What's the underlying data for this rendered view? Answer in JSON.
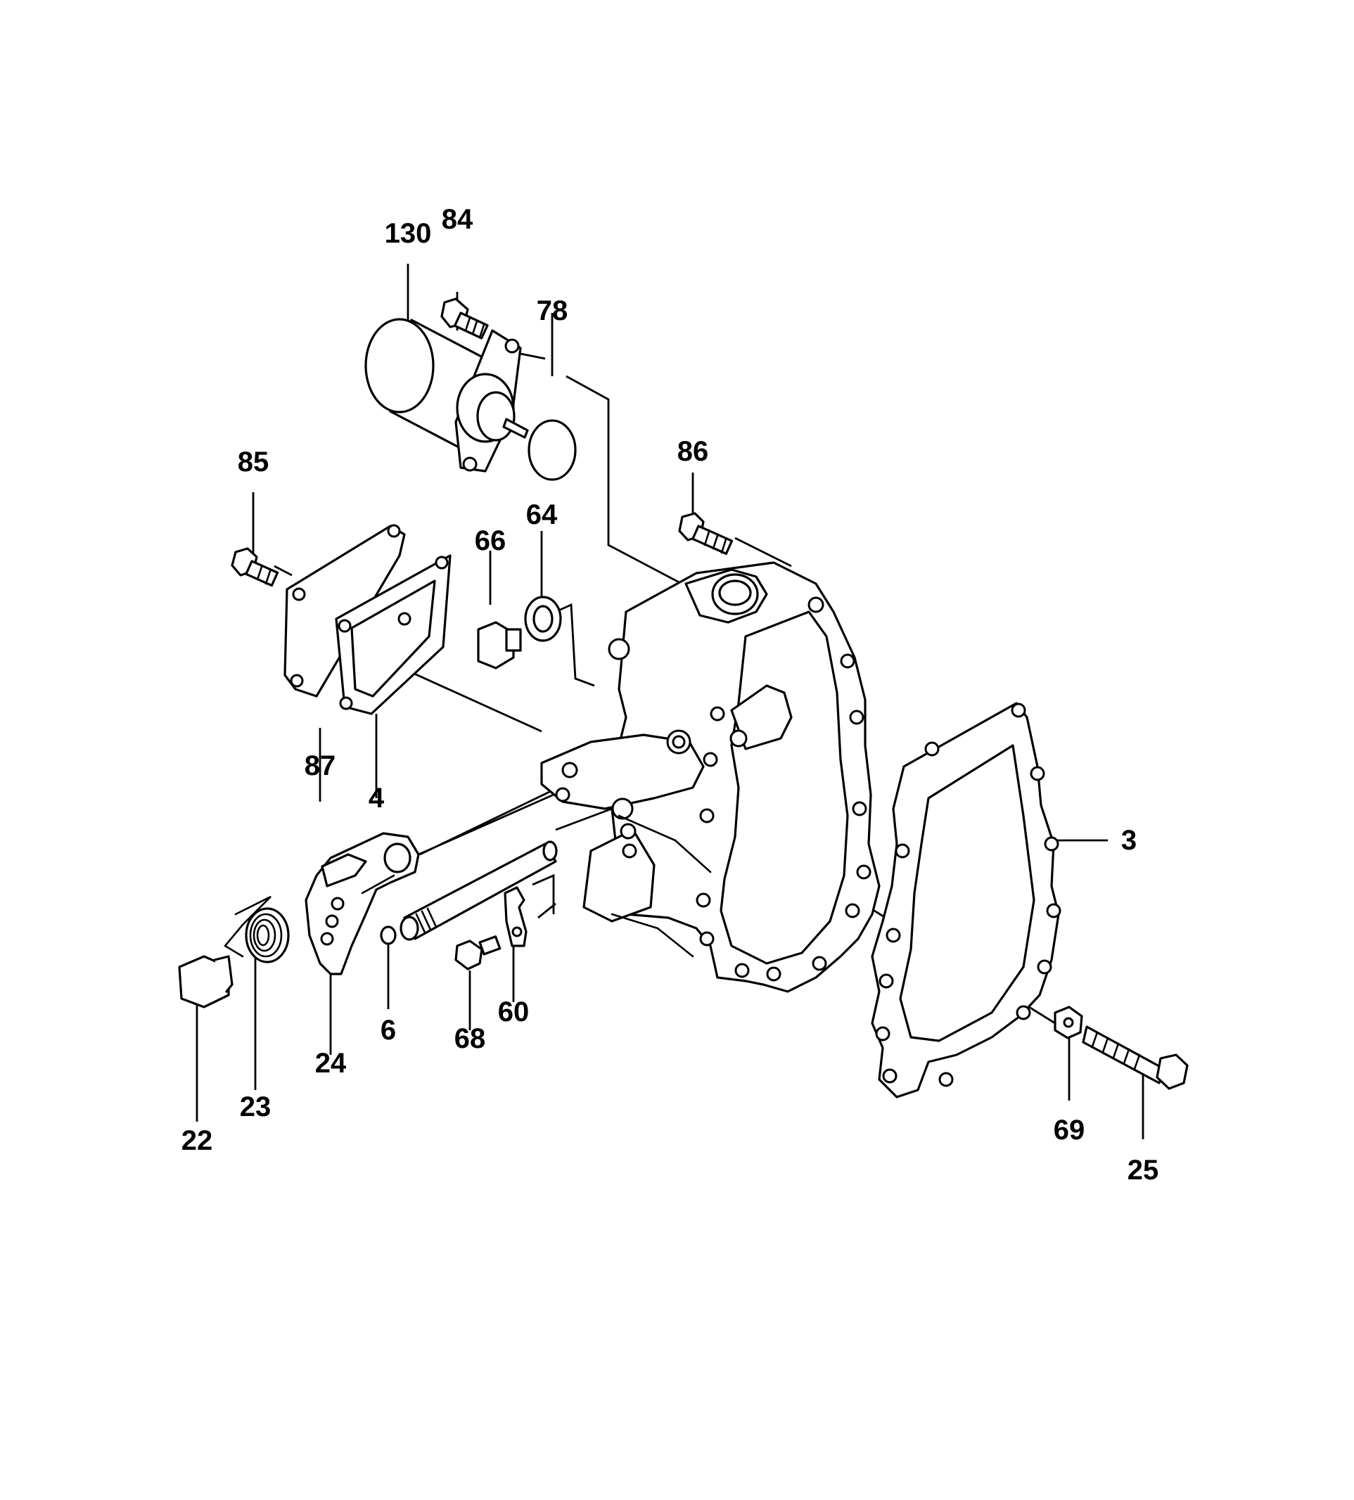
{
  "callouts": {
    "c130": "130",
    "c84": "84",
    "c78": "78",
    "c86": "86",
    "c85": "85",
    "c64": "64",
    "c66": "66",
    "c87": "87",
    "c4": "4",
    "c3": "3",
    "c22": "22",
    "c23": "23",
    "c24": "24",
    "c6": "6",
    "c68": "68",
    "c60": "60",
    "c69": "69",
    "c25": "25"
  },
  "colors": {
    "ink": "#000000",
    "paper": "#ffffff"
  }
}
